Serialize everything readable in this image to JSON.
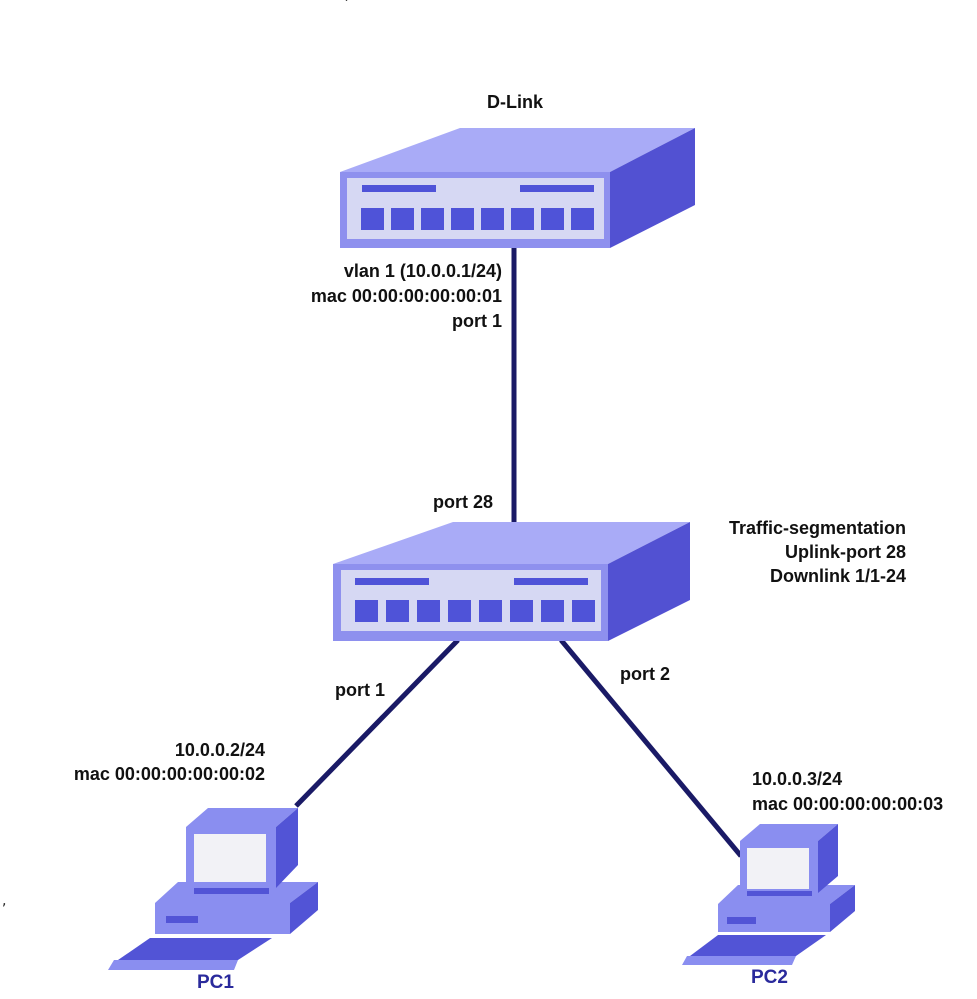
{
  "colors": {
    "switch_top": "#a9abf7",
    "switch_front": "#8e90ee",
    "switch_side": "#5251d2",
    "panel": "#d6d8f3",
    "port": "#4f53d8",
    "link": "#1a1a66",
    "pc_body": "#8a8ef0",
    "pc_dark": "#5254d6",
    "screen": "#f2f2f6",
    "label_pc": "#2a2a9c"
  },
  "nodes": {
    "core_switch": {
      "name": "D-Link",
      "icon": "network-switch-icon"
    },
    "access_switch": {
      "icon": "network-switch-icon",
      "config": [
        "Traffic-segmentation",
        "Uplink-port 28",
        "Downlink 1/1-24"
      ]
    },
    "pc1": {
      "name": "PC1",
      "icon": "desktop-computer-icon",
      "ip": "10.0.0.2/24",
      "mac": "mac 00:00:00:00:00:02"
    },
    "pc2": {
      "name": "PC2",
      "icon": "desktop-computer-icon",
      "ip": "10.0.0.3/24",
      "mac": "mac 00:00:00:00:00:03"
    }
  },
  "links": {
    "uplink": {
      "core_lines": [
        "vlan 1 (10.0.0.1/24)",
        "mac 00:00:00:00:00:01",
        "port 1"
      ],
      "access_port": "port 28"
    },
    "pc1_link": {
      "port": "port 1"
    },
    "pc2_link": {
      "port": "port 2"
    }
  },
  "marks": {
    "top": "`",
    "left": ","
  }
}
